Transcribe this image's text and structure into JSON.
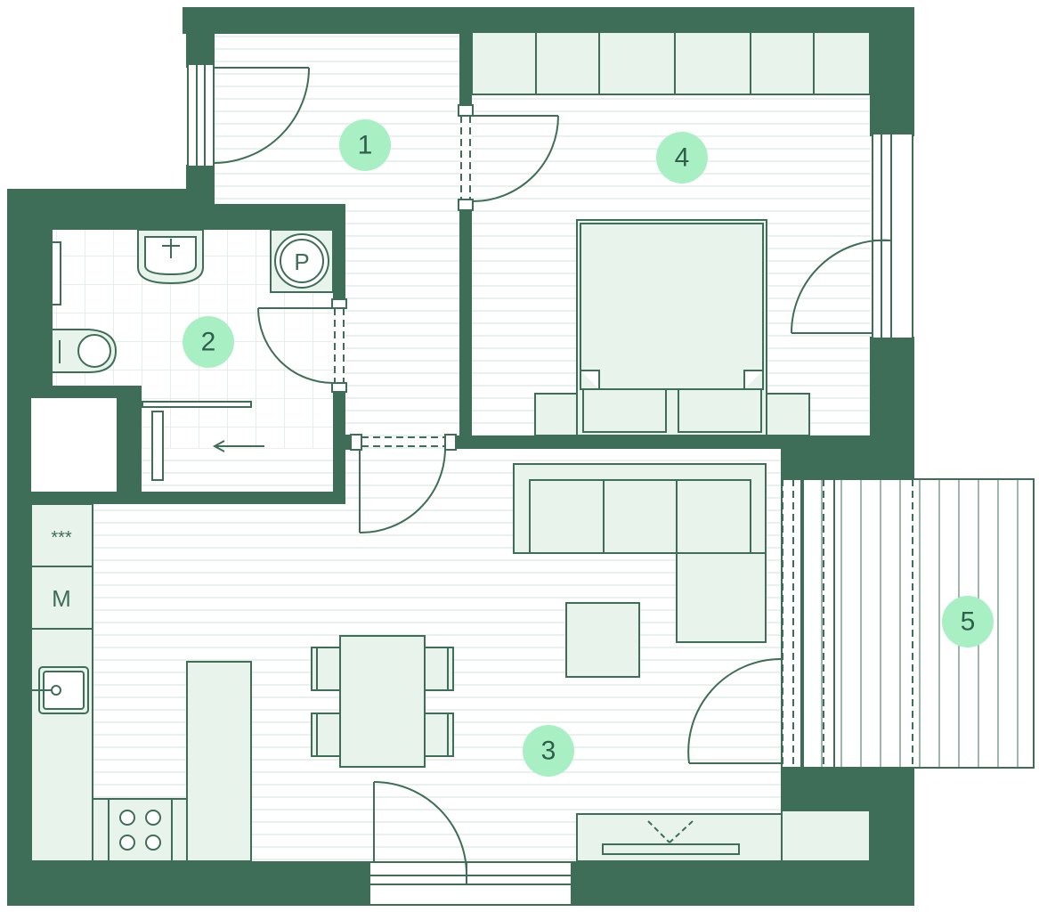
{
  "colors": {
    "wall": "#3e6e57",
    "furniture_fill": "#e8f3ec",
    "line": "#3e6e57",
    "badge": "#a8f0c4",
    "floor_stripe": "#e4ece7",
    "tile": "#dde8e2"
  },
  "rooms": [
    {
      "label": "1"
    },
    {
      "label": "2"
    },
    {
      "label": "3"
    },
    {
      "label": "4"
    },
    {
      "label": "5"
    }
  ],
  "appliances": {
    "hob_symbol": "***",
    "microwave_symbol": "M",
    "washer_symbol": "P"
  }
}
